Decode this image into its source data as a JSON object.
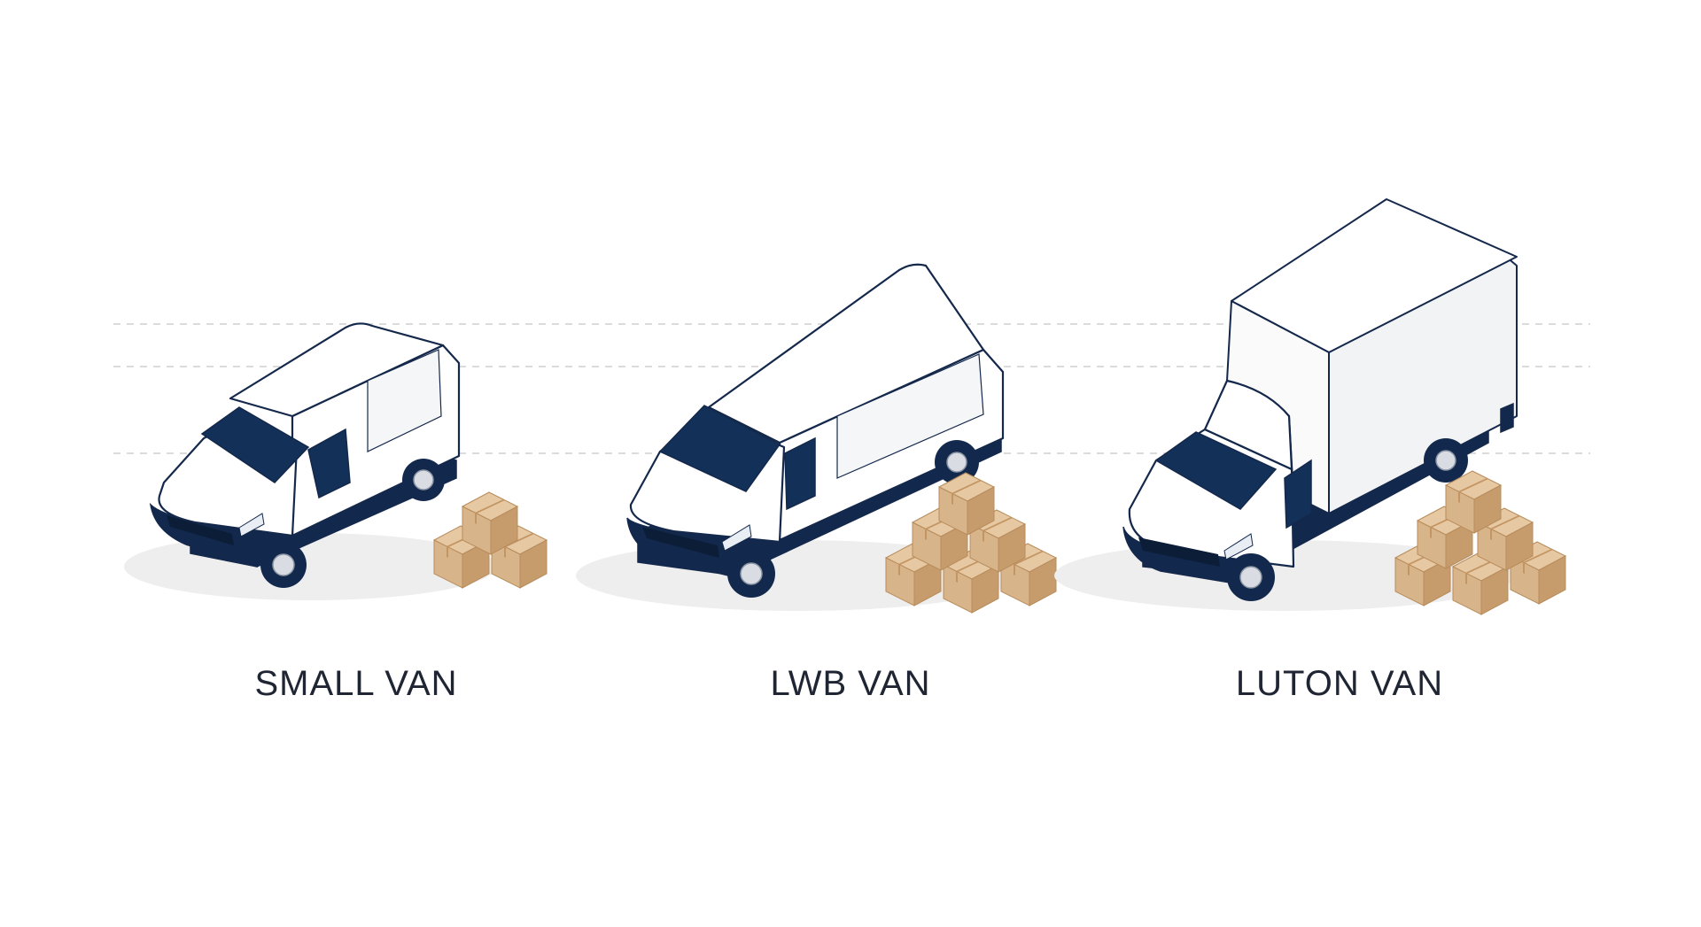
{
  "colors": {
    "background": "#ffffff",
    "body": "#ffffff",
    "outline": "#14284b",
    "navy": "#12294d",
    "glass": "#123058",
    "box_front": "#d8b48a",
    "box_side": "#c79c6d",
    "box_top": "#e6c8a2",
    "guide_line": "#cfcfcf",
    "label": "#1f2533"
  },
  "vehicles": [
    {
      "id": "small",
      "label": "SMALL VAN"
    },
    {
      "id": "lwb",
      "label": "LWB VAN"
    },
    {
      "id": "luton",
      "label": "LUTON VAN"
    }
  ],
  "icons": [
    "small-van-icon",
    "lwb-van-icon",
    "luton-van-icon",
    "parcel-boxes-icon"
  ]
}
